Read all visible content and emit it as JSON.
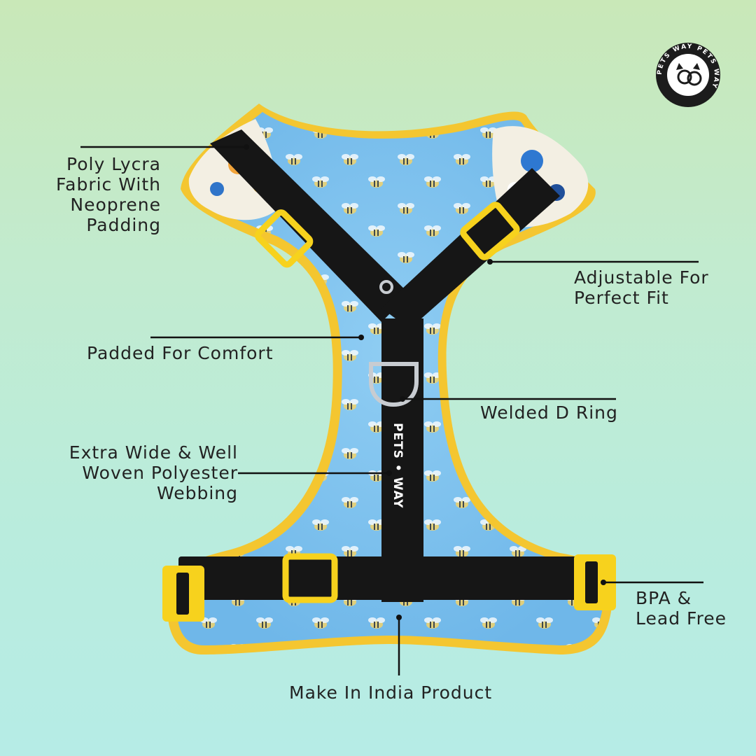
{
  "brand": {
    "logo_text": "PETS WAY PETS WAY",
    "strap_text": "PETS • WAY"
  },
  "callouts": {
    "poly_lycra": [
      "Poly Lycra",
      "Fabric With",
      "Neoprene",
      "Padding"
    ],
    "adjustable": [
      "Adjustable For",
      "Perfect Fit"
    ],
    "padded": "Padded For Comfort",
    "d_ring": "Welded D Ring",
    "webbing": [
      "Extra Wide & Well",
      "Woven Polyester",
      "Webbing"
    ],
    "bpa": [
      "BPA &",
      "Lead Free"
    ],
    "india": "Make In India Product"
  },
  "colors": {
    "harness_fabric": "#7ec2ee",
    "trim": "#f3c12a",
    "strap": "#161616",
    "buckle": "#f7d21d"
  }
}
